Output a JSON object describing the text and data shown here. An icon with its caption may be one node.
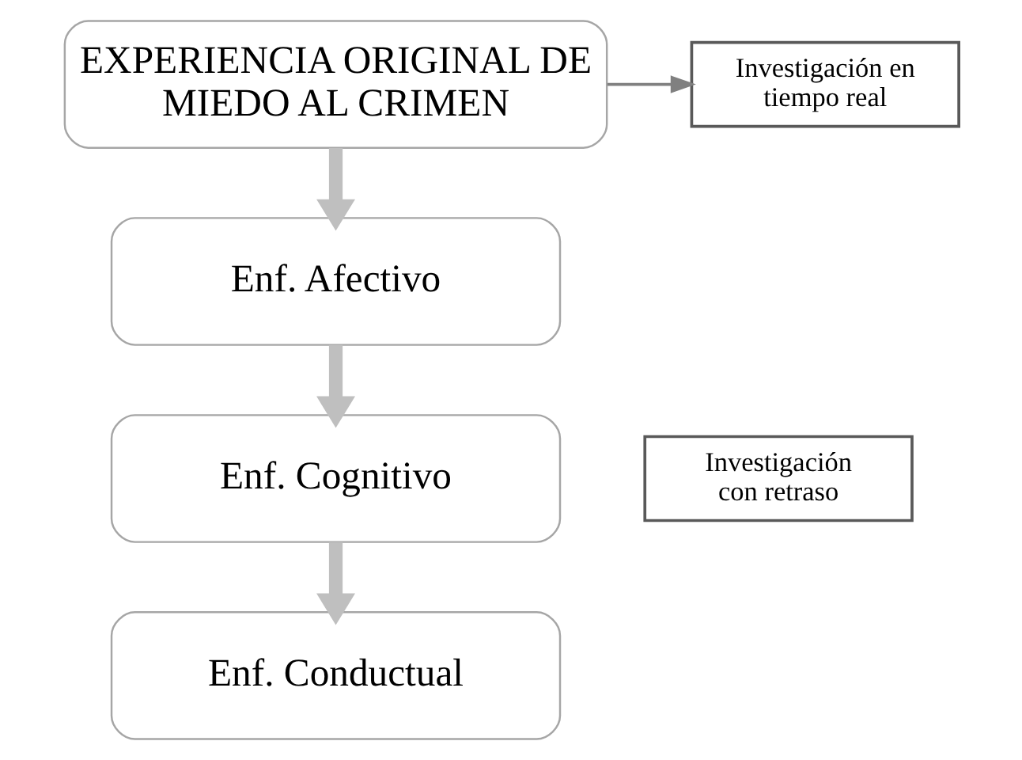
{
  "diagram": {
    "nodes": [
      {
        "text": [
          "EXPERIENCIA ORIGINAL DE MIEDO AL CRIMEN"
        ]
      },
      {
        "text": [
          "Investigación en tiempo real"
        ]
      },
      {
        "text": [
          "Enf. Afectivo"
        ]
      },
      {
        "text": [
          "Enf. Cognitivo"
        ]
      },
      {
        "text": [
          "Enf. Conductual"
        ]
      },
      {
        "text": [
          "Investigación con retraso"
        ]
      }
    ],
    "edges": [
      {
        "from": 0,
        "to": 1,
        "arrow": "to",
        "color": "#808080"
      },
      {
        "from": 0,
        "to": 2,
        "arrow": "to"
      },
      {
        "from": 2,
        "to": 3,
        "arrow": "to"
      },
      {
        "from": 3,
        "to": 4,
        "arrow": "to"
      }
    ]
  }
}
